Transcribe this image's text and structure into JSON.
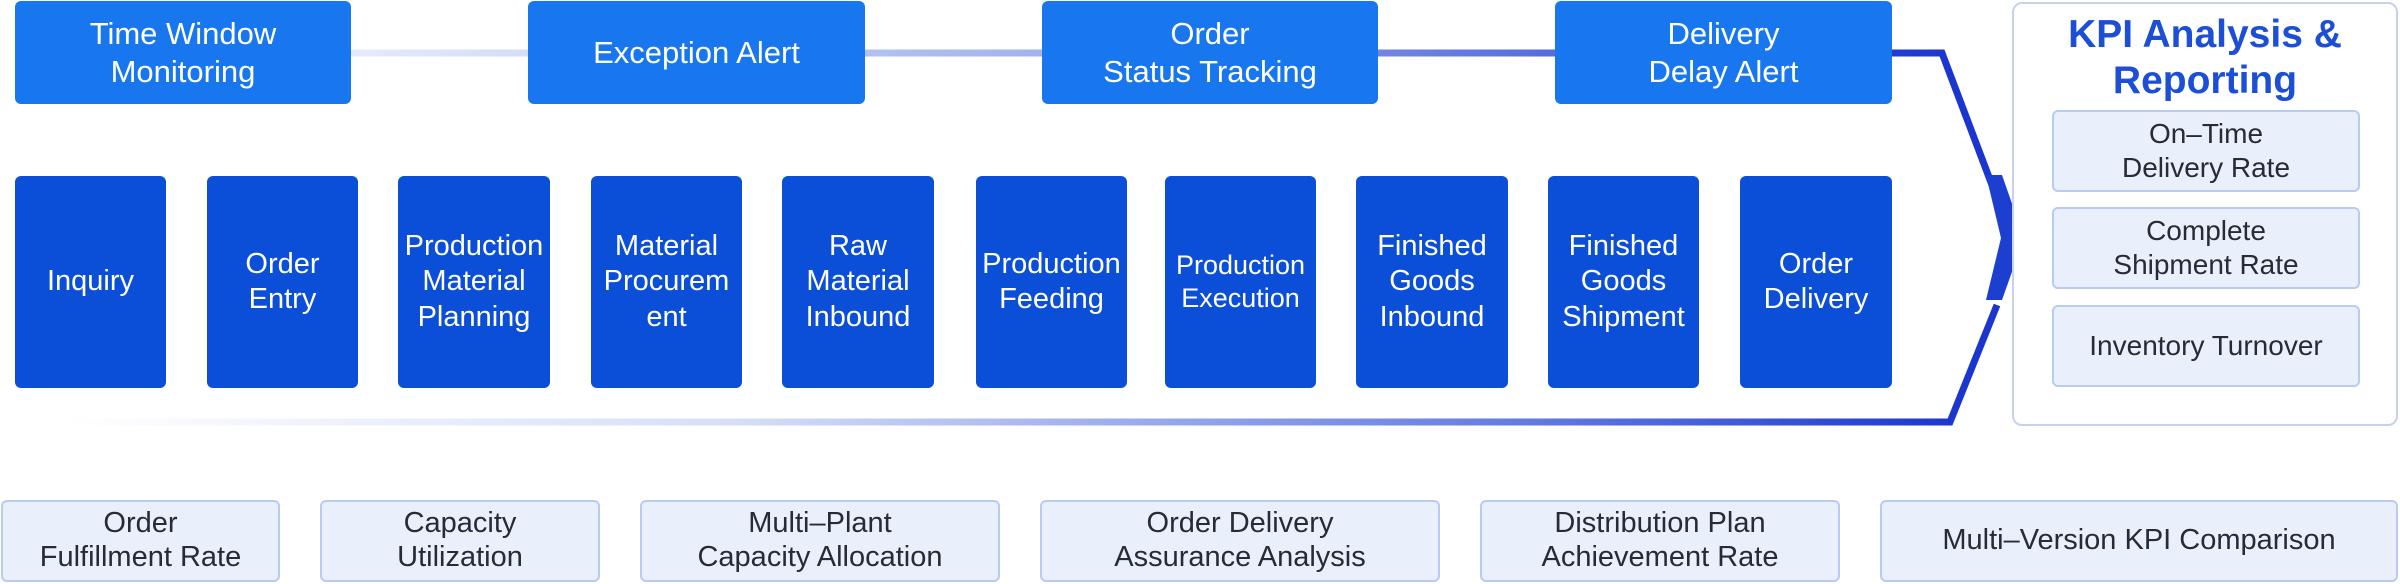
{
  "top_monitors": [
    {
      "label": "Time Window\nMonitoring"
    },
    {
      "label": "Exception Alert"
    },
    {
      "label": "Order\nStatus Tracking"
    },
    {
      "label": "Delivery\nDelay Alert"
    }
  ],
  "process_steps": [
    {
      "label": "Inquiry"
    },
    {
      "label": "Order\nEntry"
    },
    {
      "label": "Production\nMaterial\nPlanning"
    },
    {
      "label": "Material\nProcurem\nent"
    },
    {
      "label": "Raw\nMaterial\nInbound"
    },
    {
      "label": "Production\nFeeding"
    },
    {
      "label": "Production\nExecution"
    },
    {
      "label": "Finished\nGoods\nInbound"
    },
    {
      "label": "Finished\nGoods\nShipment"
    },
    {
      "label": "Order\nDelivery"
    }
  ],
  "kpi_panel": {
    "title": "KPI Analysis &\nReporting",
    "items": [
      {
        "label": "On–Time\nDelivery Rate"
      },
      {
        "label": "Complete\nShipment Rate"
      },
      {
        "label": "Inventory Turnover"
      }
    ]
  },
  "bottom_metrics": [
    {
      "label": "Order\nFulfillment Rate"
    },
    {
      "label": "Capacity\nUtilization"
    },
    {
      "label": "Multi–Plant\nCapacity Allocation"
    },
    {
      "label": "Order Delivery\nAssurance Analysis"
    },
    {
      "label": "Distribution Plan\nAchievement Rate"
    },
    {
      "label": "Multi–Version KPI Comparison"
    }
  ],
  "colors": {
    "monitor_fill": "#1877ee",
    "step_fill": "#0b4fd8",
    "accent_dark": "#1d3fd0",
    "panel_fill": "#e9effb",
    "panel_border": "#b9cbee"
  }
}
